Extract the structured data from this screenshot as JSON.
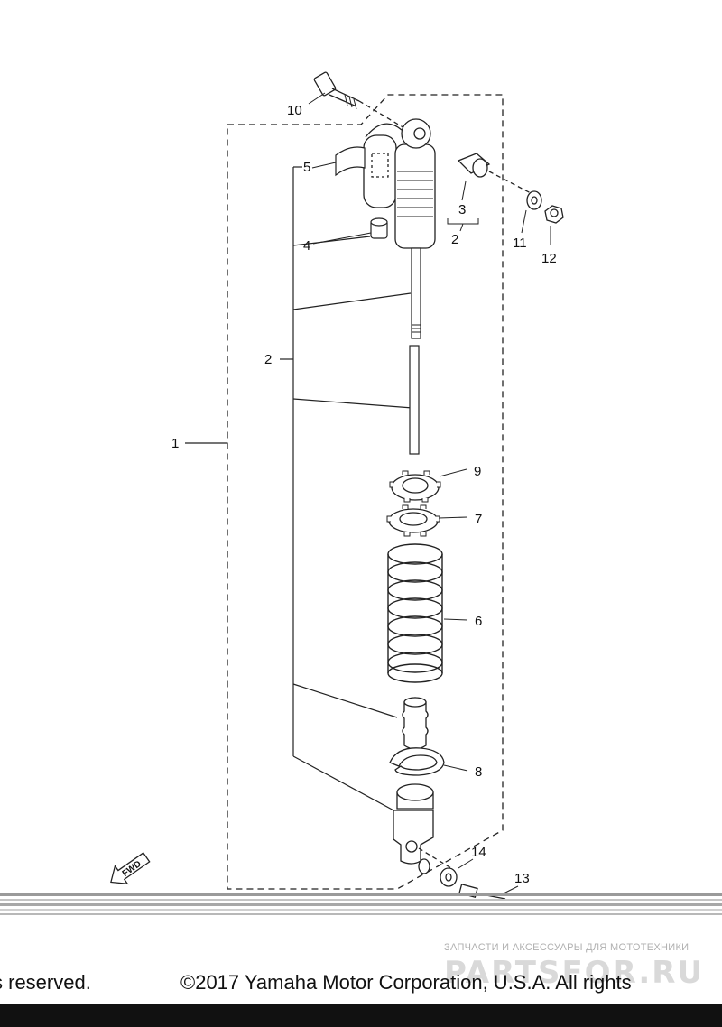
{
  "callouts": {
    "c1": "1",
    "c2": "2",
    "c2b": "2",
    "c3": "3",
    "c4": "4",
    "c5": "5",
    "c6": "6",
    "c7": "7",
    "c8": "8",
    "c9": "9",
    "c10": "10",
    "c11": "11",
    "c12": "12",
    "c13": "13",
    "c14": "14"
  },
  "fwd_label": "FWD",
  "footer": {
    "left_text": "s reserved.",
    "right_text": "©2017 Yamaha Motor Corporation, U.S.A. All rights"
  },
  "watermark": {
    "subtitle": "ЗАПЧАСТИ И АКСЕССУАРЫ ДЛЯ МОТОТЕХНИКИ",
    "brand": "PARTSFOR.RU"
  }
}
